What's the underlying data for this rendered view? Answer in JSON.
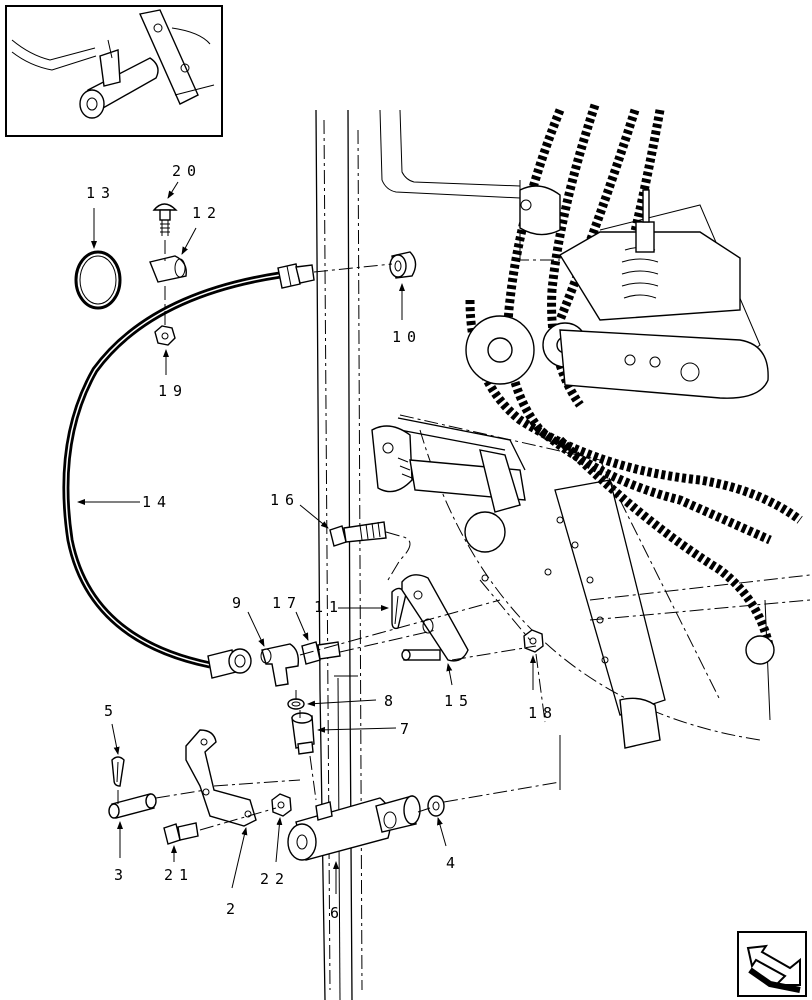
{
  "labels": [
    {
      "id": "2",
      "text": "2"
    },
    {
      "id": "3",
      "text": "3"
    },
    {
      "id": "4",
      "text": "4"
    },
    {
      "id": "5",
      "text": "5"
    },
    {
      "id": "6",
      "text": "6"
    },
    {
      "id": "7",
      "text": "7"
    },
    {
      "id": "8",
      "text": "8"
    },
    {
      "id": "9",
      "text": "9"
    },
    {
      "id": "10",
      "text": "10"
    },
    {
      "id": "11",
      "text": "11"
    },
    {
      "id": "12",
      "text": "12"
    },
    {
      "id": "13",
      "text": "13"
    },
    {
      "id": "14",
      "text": "14"
    },
    {
      "id": "15",
      "text": "15"
    },
    {
      "id": "16",
      "text": "16"
    },
    {
      "id": "17",
      "text": "17"
    },
    {
      "id": "18",
      "text": "18"
    },
    {
      "id": "19",
      "text": "19"
    },
    {
      "id": "20",
      "text": "20"
    },
    {
      "id": "21",
      "text": "21"
    },
    {
      "id": "22",
      "text": "22"
    }
  ],
  "icons": {
    "inset": "overview-inset-icon",
    "nav": "next-page-arrow-icon"
  }
}
